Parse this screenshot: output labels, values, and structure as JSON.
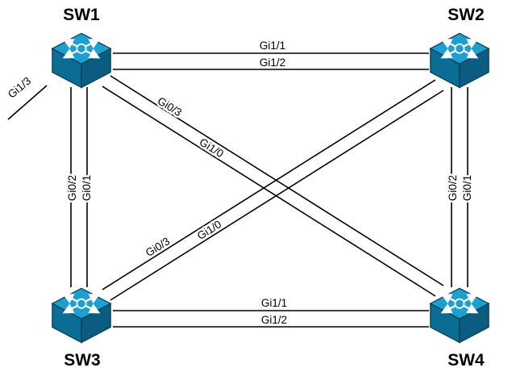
{
  "diagram": {
    "nodes": {
      "sw1": {
        "label": "SW1"
      },
      "sw2": {
        "label": "SW2"
      },
      "sw3": {
        "label": "SW3"
      },
      "sw4": {
        "label": "SW4"
      }
    },
    "links": {
      "sw1_sw2": {
        "labels": [
          "Gi1/1",
          "Gi1/2"
        ]
      },
      "sw3_sw4": {
        "labels": [
          "Gi1/1",
          "Gi1/2"
        ]
      },
      "sw1_sw3": {
        "labels": [
          "Gi0/1",
          "Gi0/2"
        ]
      },
      "sw2_sw4": {
        "labels": [
          "Gi0/1",
          "Gi0/2"
        ]
      },
      "sw1_sw4": {
        "labels": [
          "Gi0/3",
          "Gi1/0"
        ]
      },
      "sw3_sw2": {
        "labels": [
          "Gi0/3",
          "Gi1/0"
        ]
      },
      "sw1_stub": {
        "labels": [
          "Gi1/3"
        ]
      }
    },
    "colors": {
      "line": "#000000",
      "switch_top": "#1d9fd0",
      "switch_front": "#0c6d94",
      "switch_side": "#0a5c80",
      "switch_arrows": "#ffffff"
    }
  }
}
